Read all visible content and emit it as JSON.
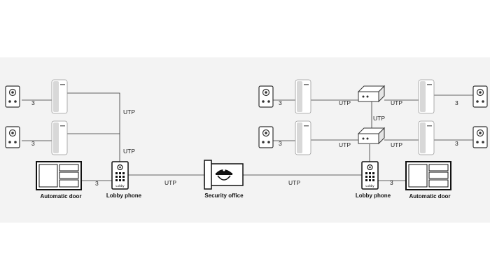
{
  "diagram": {
    "cable_labels": {
      "utp": "UTP",
      "three_wire": "3"
    },
    "captions": {
      "automatic_door_left": "Automatic door",
      "lobby_phone_left": "Lobby phone",
      "security_office": "Security office",
      "lobby_phone_right": "Lobby phone",
      "automatic_door_right": "Automatic door"
    },
    "lobby_panel_text": "Lobby",
    "colors": {
      "band": "#f3f3f3",
      "line": "#333333",
      "device_fill": "#ffffff",
      "handset_shade": "#d8d8d8"
    },
    "icons": [
      "door-camera-icon",
      "indoor-monitor-icon",
      "distributor-box-icon",
      "lobby-phone-icon",
      "security-guard-icon",
      "automatic-door-icon"
    ]
  }
}
